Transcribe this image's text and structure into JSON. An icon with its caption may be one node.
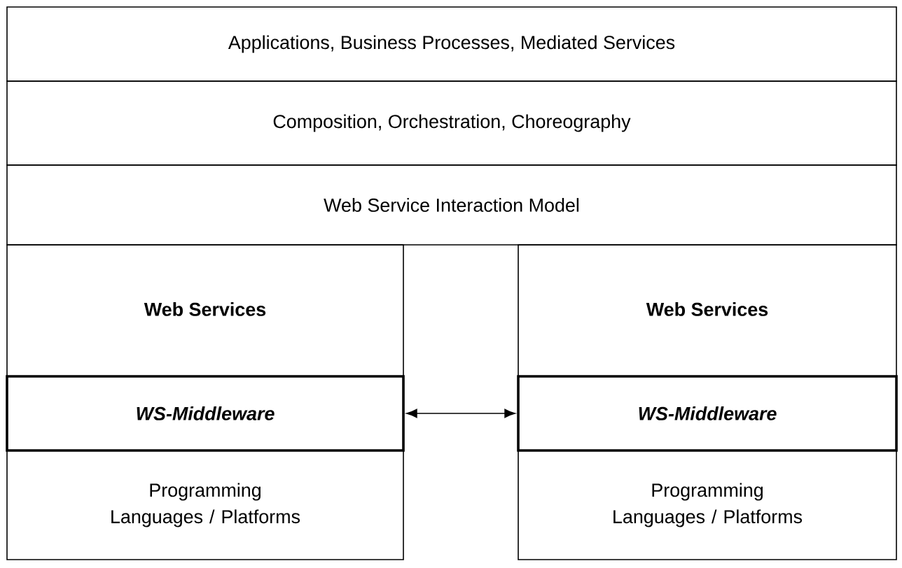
{
  "diagram": {
    "nodes": [
      {
        "text": [
          "Applications, Business Processes, Mediated Services"
        ]
      },
      {
        "text": [
          "Composition, Orchestration, Choreography"
        ]
      },
      {
        "text": [
          "Web Service Interaction Model"
        ]
      },
      {
        "text": [
          "Web Services"
        ]
      },
      {
        "text": [
          "WS-Middleware"
        ],
        "in": 3
      },
      {
        "text": [
          "Programming Languages / Platforms"
        ],
        "in": 3
      },
      {
        "text": [
          "Web Services"
        ]
      },
      {
        "text": [
          "WS-Middleware"
        ],
        "in": 6
      },
      {
        "text": [
          "Programming Languages / Platforms"
        ],
        "in": 6
      }
    ],
    "edges": [
      {
        "from": 4,
        "to": 7,
        "arrow": "both"
      }
    ]
  }
}
